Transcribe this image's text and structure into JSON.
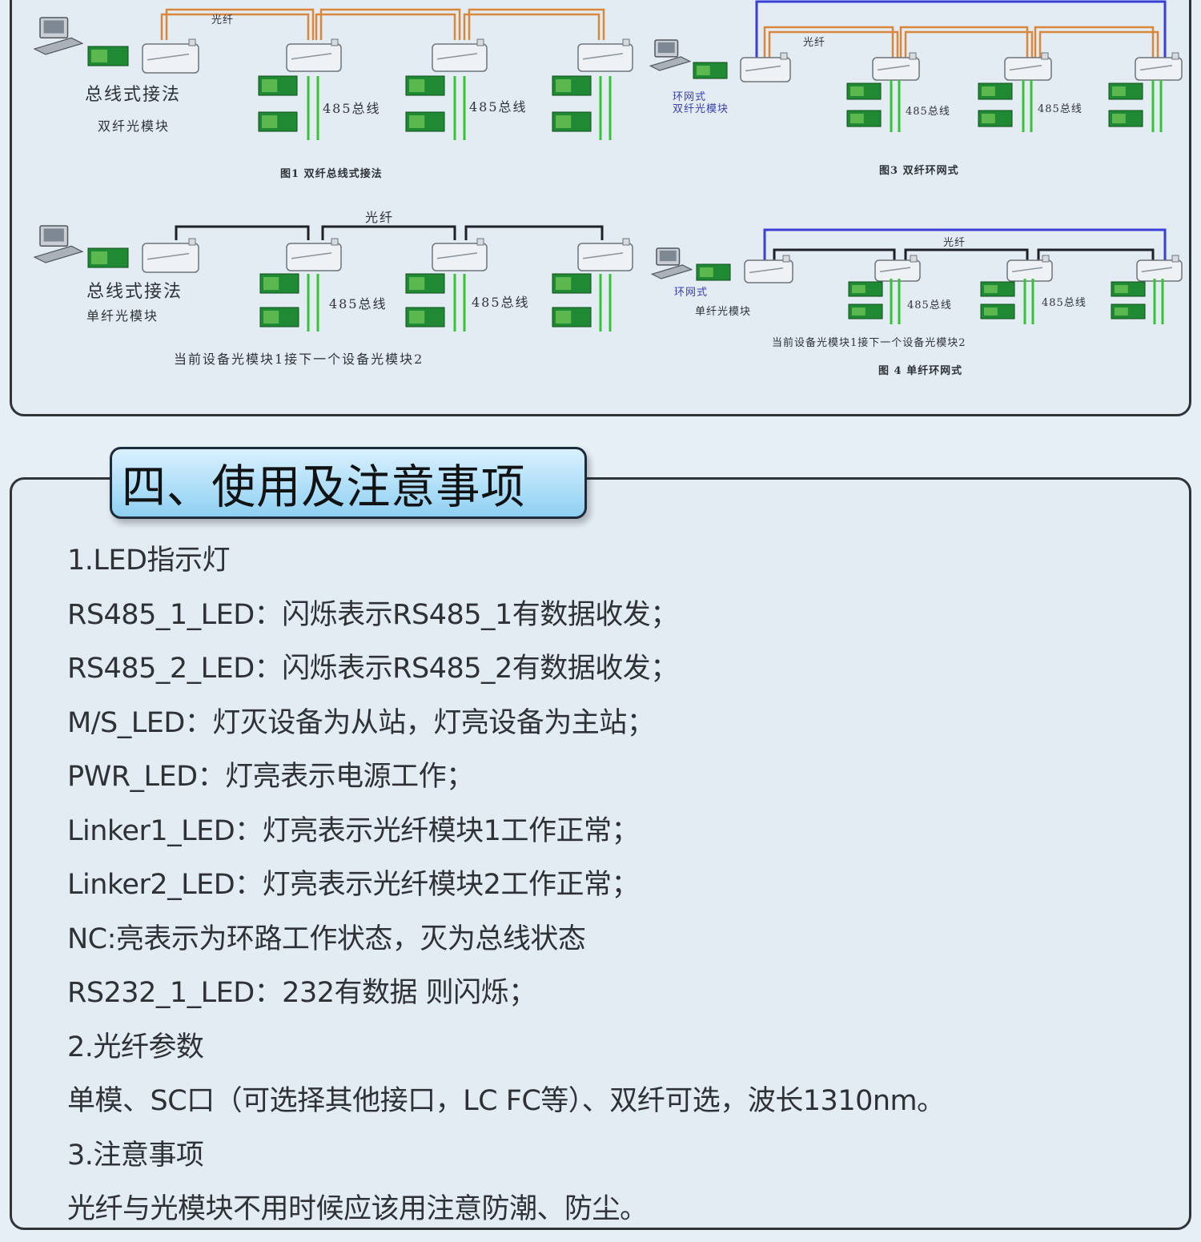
{
  "diagrams": {
    "fig1": {
      "fiber_label": "光纤",
      "start_title": "总线式接法",
      "start_subtitle": "双纤光模块",
      "bus_label_a": "485总线",
      "bus_label_b": "485总线",
      "caption": "图1 双纤总线式接法"
    },
    "fig2": {
      "fiber_label": "光纤",
      "start_title": "总线式接法",
      "start_subtitle": "单纤光模块",
      "bus_label_a": "485总线",
      "bus_label_b": "485总线",
      "note": "当前设备光模块1接下一个设备光模块2"
    },
    "fig3": {
      "fiber_label": "光纤",
      "start_title": "环网式",
      "start_subtitle": "双纤光模块",
      "bus_label_a": "485总线",
      "bus_label_b": "485总线",
      "caption": "图3 双纤环网式"
    },
    "fig4": {
      "fiber_label": "光纤",
      "start_title": "环网式",
      "start_subtitle": "单纤光模块",
      "bus_label_a": "485总线",
      "bus_label_b": "485总线",
      "note": "当前设备光模块1接下一个设备光模块2",
      "caption": "图 4 单纤环网式"
    }
  },
  "section": {
    "title": "四、使用及注意事项",
    "lines": [
      "1.LED指示灯",
      "RS485_1_LED：闪烁表示RS485_1有数据收发；",
      "RS485_2_LED：闪烁表示RS485_2有数据收发；",
      "M/S_LED：灯灭设备为从站，灯亮设备为主站；",
      "PWR_LED：灯亮表示电源工作；",
      "Linker1_LED：灯亮表示光纤模块1工作正常；",
      "Linker2_LED：灯亮表示光纤模块2工作正常；",
      "NC:亮表示为环路工作状态，灭为总线状态",
      "RS232_1_LED：232有数据 则闪烁；",
      "2.光纤参数",
      "单模、SC口（可选择其他接口，LC FC等）、双纤可选，波长1310nm。",
      "3.注意事项",
      "光纤与光模块不用时候应该用注意防潮、防尘。"
    ]
  },
  "colors": {
    "fiber_orange": "#d9873a",
    "ring_blue": "#3b3fd8",
    "bus_green": "#35c435",
    "card_green": "#1f8a33",
    "title_gradient_top": "#d9f1ff",
    "title_gradient_bottom": "#8fd0f2"
  }
}
